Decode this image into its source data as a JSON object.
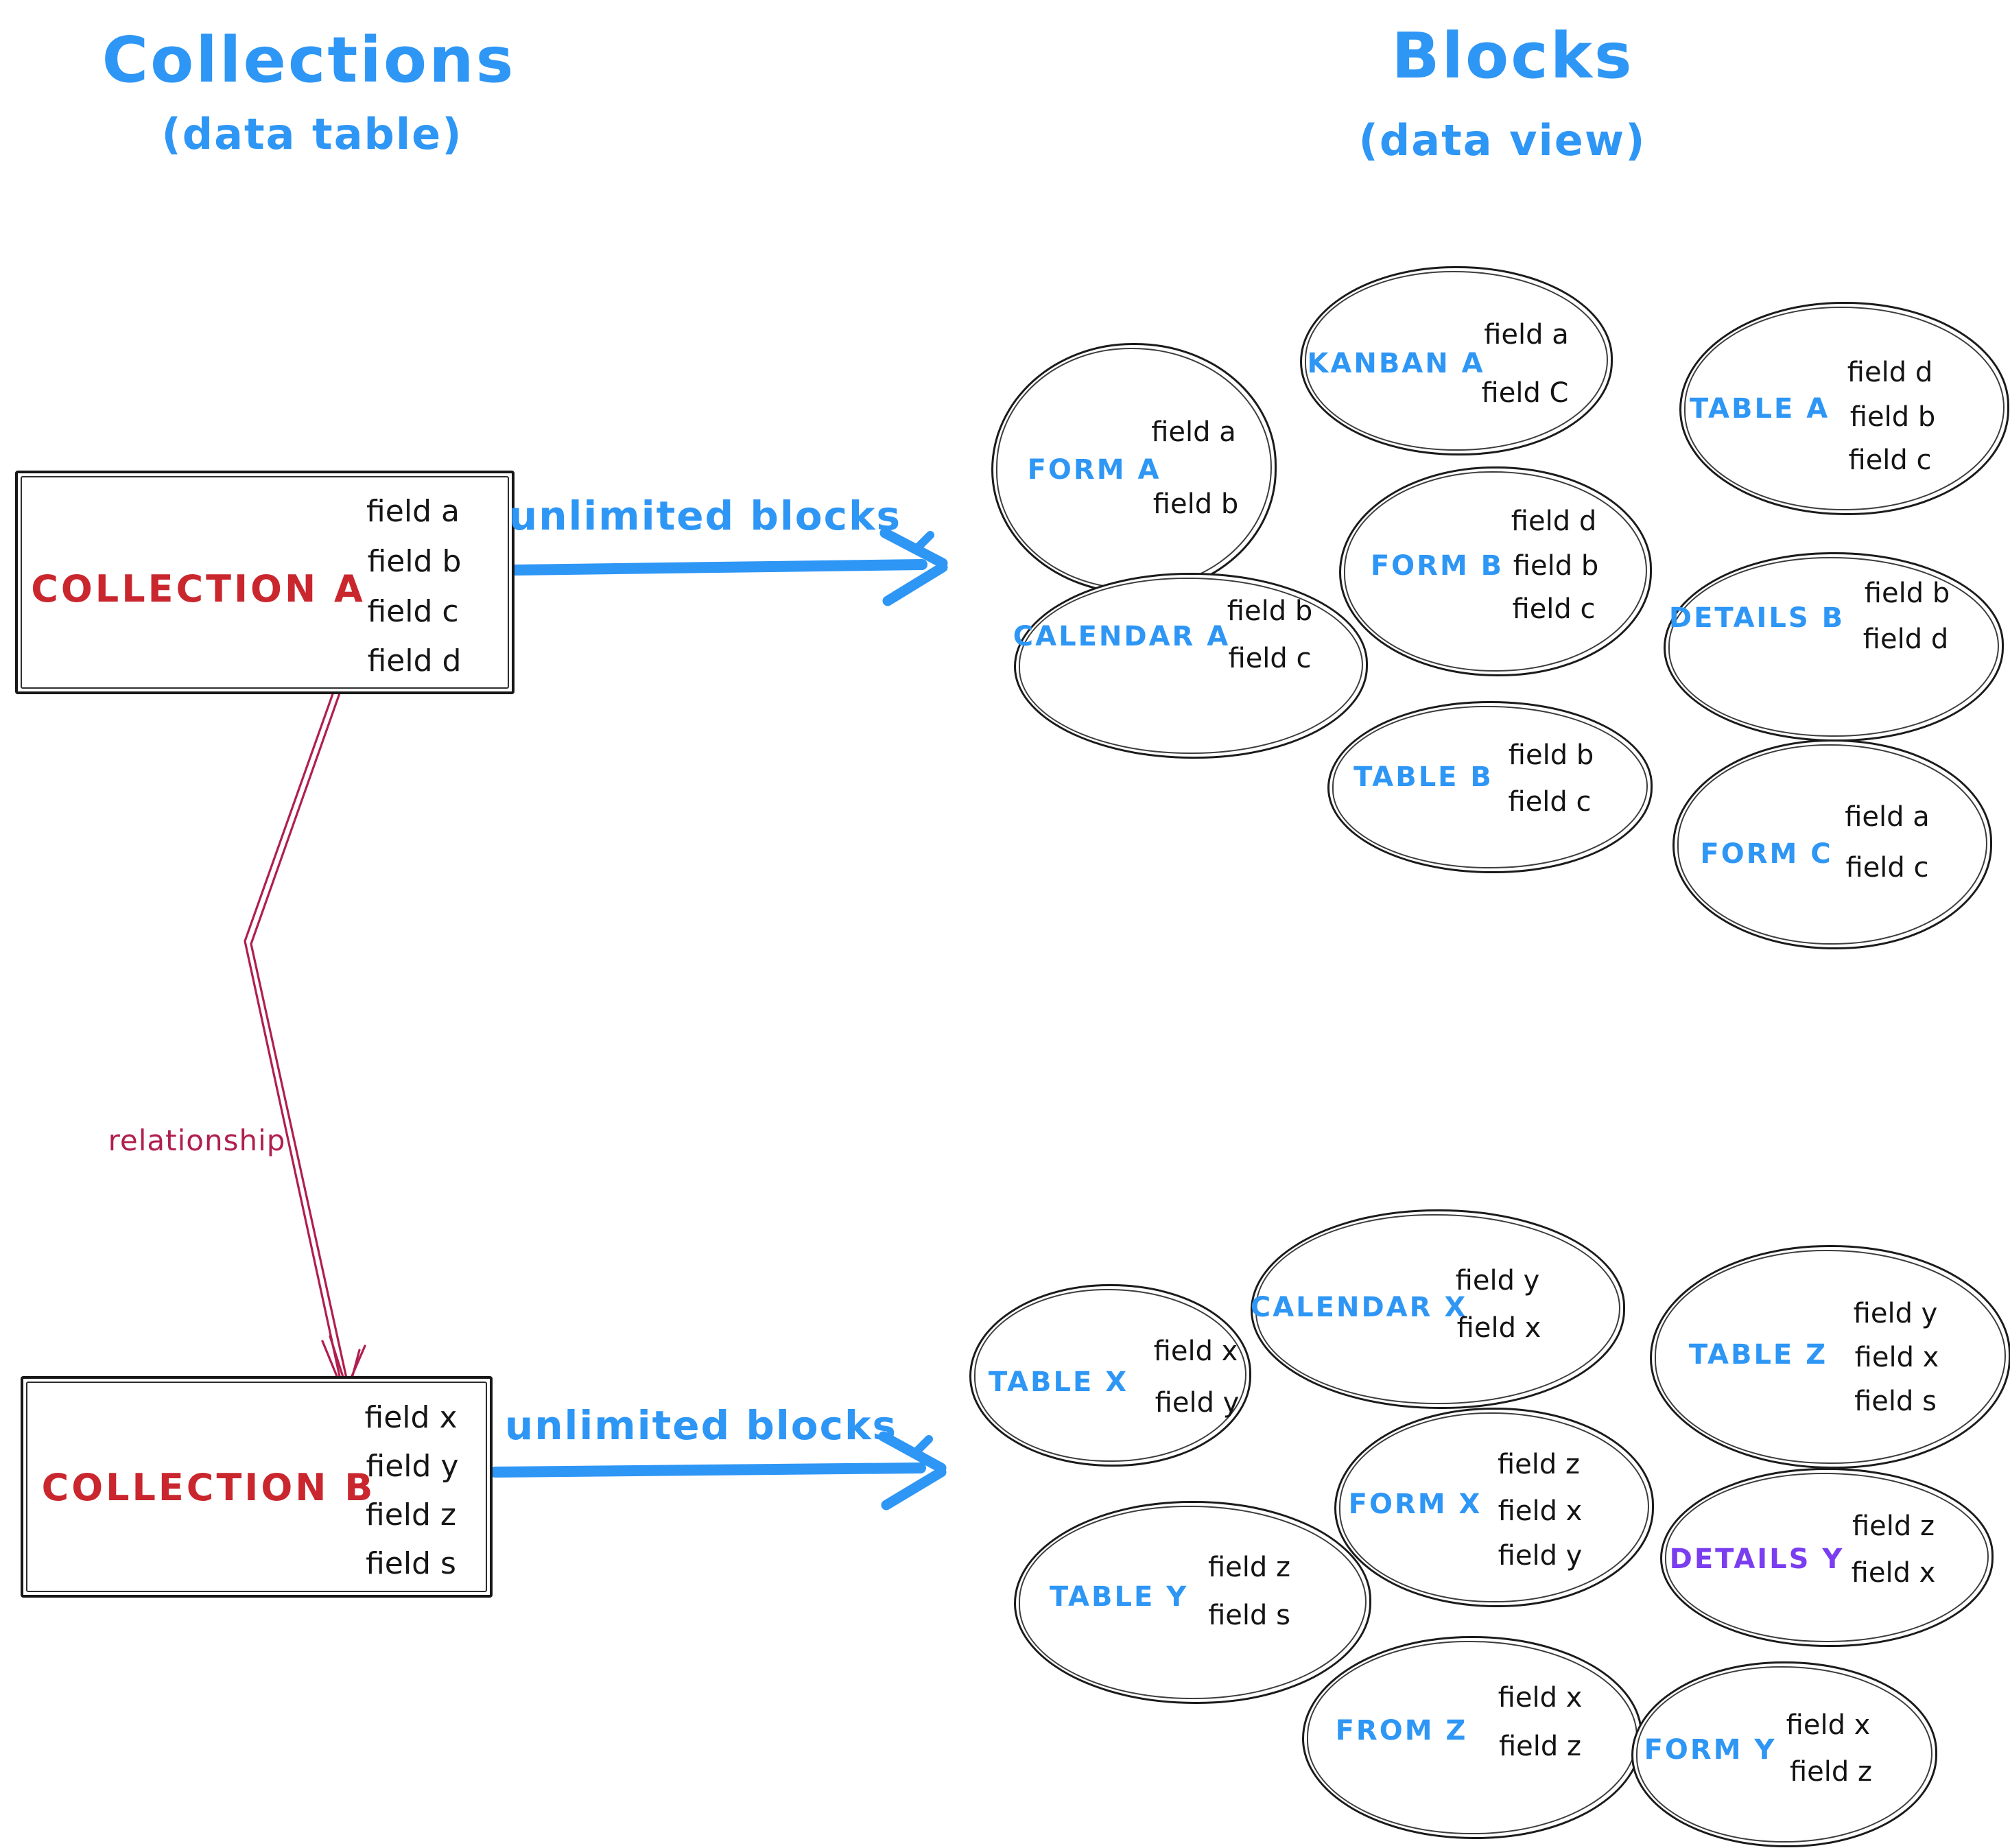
{
  "titles": {
    "left": "Collections",
    "left_sub": "(data table)",
    "right": "Blocks",
    "right_sub": "(data view)"
  },
  "collection_a": {
    "name": "COLLECTION A",
    "fields": [
      "field a",
      "field b",
      "field c",
      "field d"
    ]
  },
  "collection_b": {
    "name": "COLLECTION B",
    "fields": [
      "field x",
      "field y",
      "field z",
      "field s"
    ]
  },
  "arrows": {
    "top_label": "unlimited blocks",
    "bottom_label": "unlimited blocks",
    "relationship_label": "relationship"
  },
  "blocks_top": [
    {
      "label": "FORM A",
      "fields": [
        "field a",
        "field b"
      ]
    },
    {
      "label": "KANBAN A",
      "fields": [
        "field a",
        "field C"
      ]
    },
    {
      "label": "TABLE A",
      "fields": [
        "field d",
        "field b",
        "field c"
      ]
    },
    {
      "label": "FORM B",
      "fields": [
        "field d",
        "field b",
        "field c"
      ]
    },
    {
      "label": "CALENDAR A",
      "fields": [
        "field b",
        "field c"
      ]
    },
    {
      "label": "DETAILS B",
      "fields": [
        "field b",
        "field d"
      ]
    },
    {
      "label": "TABLE B",
      "fields": [
        "field b",
        "field c"
      ]
    },
    {
      "label": "FORM C",
      "fields": [
        "field a",
        "field c"
      ]
    }
  ],
  "blocks_bottom": [
    {
      "label": "TABLE X",
      "fields": [
        "field x",
        "field y"
      ]
    },
    {
      "label": "CALENDAR X",
      "fields": [
        "field y",
        "field x"
      ]
    },
    {
      "label": "TABLE Z",
      "fields": [
        "field y",
        "field x",
        "field s"
      ]
    },
    {
      "label": "FORM X",
      "fields": [
        "field z",
        "field x",
        "field y"
      ]
    },
    {
      "label": "TABLE Y",
      "fields": [
        "field z",
        "field s"
      ]
    },
    {
      "label": "DETAILS Y",
      "fields": [
        "field z",
        "field x"
      ]
    },
    {
      "label": "FROM Z",
      "fields": [
        "field x",
        "field z"
      ]
    },
    {
      "label": "FORM Y",
      "fields": [
        "field x",
        "field z"
      ]
    }
  ],
  "colors": {
    "accent_blue": "#2e96f5",
    "collection_red": "#c9262e",
    "relationship_crimson": "#b01f4e",
    "details_y_purple": "#7a3df0",
    "ink_black": "#1b1b1b"
  }
}
